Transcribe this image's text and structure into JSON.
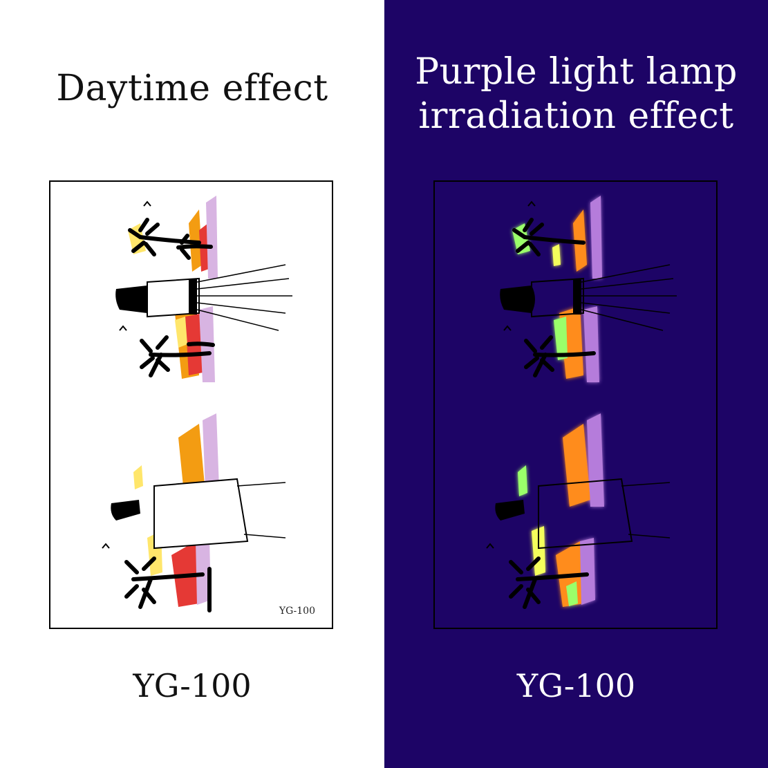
{
  "left_panel": {
    "heading": "Daytime effect",
    "card_code": "YG-100",
    "caption": "YG-100",
    "colors": {
      "background": "#ffffff",
      "text": "#111111"
    }
  },
  "right_panel": {
    "heading_line1": "Purple light lamp",
    "heading_line2": "irradiation effect",
    "caption": "YG-100",
    "colors": {
      "background": "#1d0466",
      "text": "#ffffff"
    }
  },
  "artwork": {
    "description_icon": "couple-palm-sunset-illustration",
    "palette": [
      "#ffc107",
      "#e53935",
      "#f39c12",
      "#d8b4e2",
      "#7ee06b",
      "#000000"
    ]
  }
}
